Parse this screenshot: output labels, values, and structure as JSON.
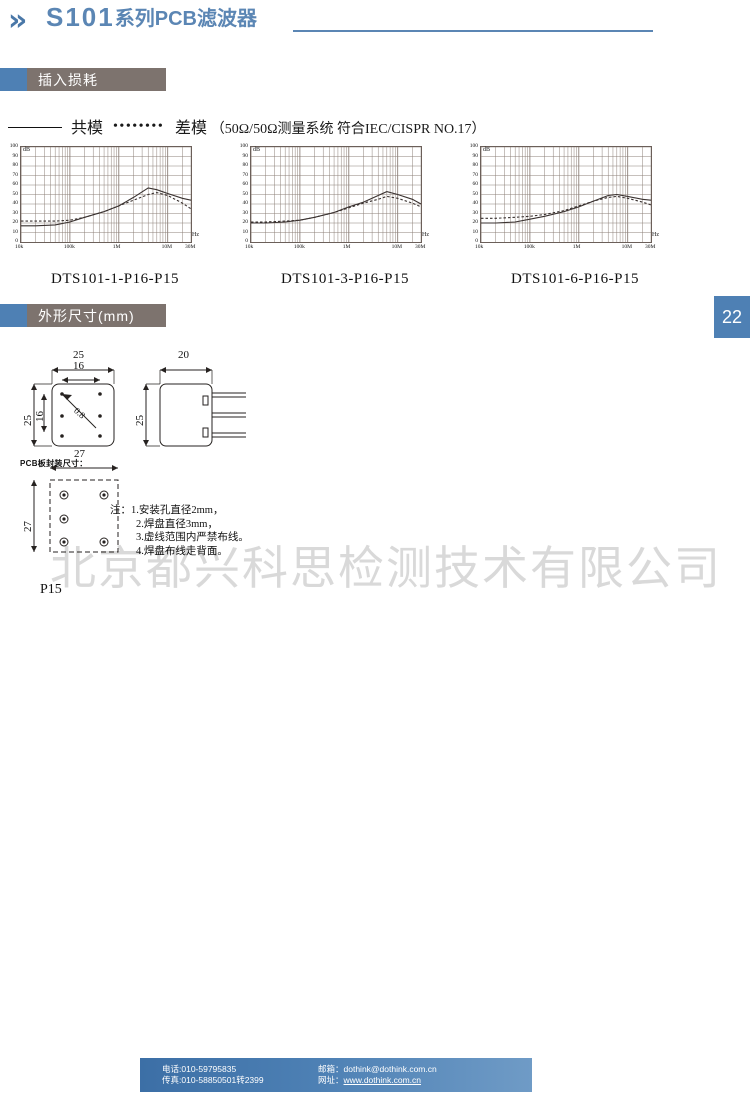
{
  "header": {
    "chevron": "»",
    "title_model": "S101",
    "title_cn": "系列PCB滤波器"
  },
  "sections": {
    "insertion_loss": "插入损耗",
    "dimensions": "外形尺寸(mm)"
  },
  "legend": {
    "common_mode": "共模",
    "dots": "••••••••",
    "differential_mode": "差模",
    "conditions": "（50Ω/50Ω测量系统 ",
    "standard": "符合IEC/CISPR NO.17）"
  },
  "page_number": "22",
  "watermark": "北京都兴科思检测技术有限公司",
  "drawing": {
    "front_width": "25",
    "front_inner_width": "16",
    "front_height": "25",
    "front_inner_height": "16",
    "pin_dia": "0.8",
    "side_width": "20",
    "side_height": "25",
    "pcb_caption": "PCB板封装尺寸：",
    "pcb_width": "27",
    "pcb_height": "27",
    "pcb_label": "P15",
    "notes": [
      "注：1.安装孔直径2mm，",
      "2.焊盘直径3mm，",
      "3.虚线范围内严禁布线。",
      "4.焊盘布线走背面。"
    ]
  },
  "footer": {
    "phone": "电话:010-59795835",
    "fax": "传真:010-58850501转2399",
    "email_label": "邮箱：",
    "email": "dothink@dothink.com.cn",
    "web_label": "网址：",
    "web": "www.dothink.com.cn"
  },
  "chart_data": [
    {
      "type": "line",
      "title": "DTS101-1-P16-P15",
      "xlabel": "Hz",
      "ylabel": "dB",
      "xticks": [
        "10k",
        "100k",
        "1M",
        "10M",
        "30M"
      ],
      "yticks": [
        0,
        10,
        20,
        30,
        40,
        50,
        60,
        70,
        80,
        90,
        100
      ],
      "ylim": [
        0,
        100
      ],
      "xlim_hz": [
        10000,
        30000000
      ],
      "xscale": "log",
      "grid": true,
      "series": [
        {
          "name": "共模",
          "style": "solid",
          "x": [
            10000,
            20000,
            50000,
            100000,
            200000,
            500000,
            1000000,
            2000000,
            4000000,
            6000000,
            10000000,
            20000000,
            30000000
          ],
          "values": [
            17,
            17,
            18,
            21,
            26,
            32,
            38,
            47,
            57,
            55,
            51,
            46,
            44
          ]
        },
        {
          "name": "差模",
          "style": "dotted",
          "x": [
            10000,
            20000,
            50000,
            100000,
            200000,
            500000,
            1000000,
            2000000,
            4000000,
            6000000,
            10000000,
            20000000,
            30000000
          ],
          "values": [
            22,
            22,
            22,
            23,
            26,
            32,
            38,
            44,
            50,
            52,
            49,
            41,
            35
          ]
        }
      ]
    },
    {
      "type": "line",
      "title": "DTS101-3-P16-P15",
      "xlabel": "Hz",
      "ylabel": "dB",
      "xticks": [
        "10k",
        "100k",
        "1M",
        "10M",
        "30M"
      ],
      "yticks": [
        0,
        10,
        20,
        30,
        40,
        50,
        60,
        70,
        80,
        90,
        100
      ],
      "ylim": [
        0,
        100
      ],
      "xlim_hz": [
        10000,
        30000000
      ],
      "xscale": "log",
      "grid": true,
      "series": [
        {
          "name": "共模",
          "style": "solid",
          "x": [
            10000,
            20000,
            50000,
            100000,
            200000,
            500000,
            1000000,
            2000000,
            4000000,
            6000000,
            10000000,
            20000000,
            30000000
          ],
          "values": [
            20,
            20,
            21,
            23,
            26,
            31,
            37,
            42,
            49,
            53,
            50,
            45,
            40
          ]
        },
        {
          "name": "差模",
          "style": "dotted",
          "x": [
            10000,
            20000,
            50000,
            100000,
            200000,
            500000,
            1000000,
            2000000,
            4000000,
            6000000,
            10000000,
            20000000,
            30000000
          ],
          "values": [
            21,
            21,
            22,
            23,
            26,
            31,
            36,
            41,
            45,
            48,
            46,
            41,
            37
          ]
        }
      ]
    },
    {
      "type": "line",
      "title": "DTS101-6-P16-P15",
      "xlabel": "Hz",
      "ylabel": "dB",
      "xticks": [
        "10k",
        "100k",
        "1M",
        "10M",
        "30M"
      ],
      "yticks": [
        0,
        10,
        20,
        30,
        40,
        50,
        60,
        70,
        80,
        90,
        100
      ],
      "ylim": [
        0,
        100
      ],
      "xlim_hz": [
        10000,
        30000000
      ],
      "xscale": "log",
      "grid": true,
      "series": [
        {
          "name": "共模",
          "style": "solid",
          "x": [
            10000,
            20000,
            50000,
            100000,
            200000,
            500000,
            1000000,
            2000000,
            4000000,
            6000000,
            10000000,
            20000000,
            30000000
          ],
          "values": [
            20,
            20,
            21,
            24,
            27,
            32,
            37,
            43,
            49,
            50,
            48,
            45,
            44
          ]
        },
        {
          "name": "差模",
          "style": "dotted",
          "x": [
            10000,
            20000,
            50000,
            100000,
            200000,
            500000,
            1000000,
            2000000,
            4000000,
            6000000,
            10000000,
            20000000,
            30000000
          ],
          "values": [
            25,
            25,
            26,
            27,
            29,
            33,
            38,
            43,
            47,
            48,
            46,
            42,
            39
          ]
        }
      ]
    }
  ]
}
